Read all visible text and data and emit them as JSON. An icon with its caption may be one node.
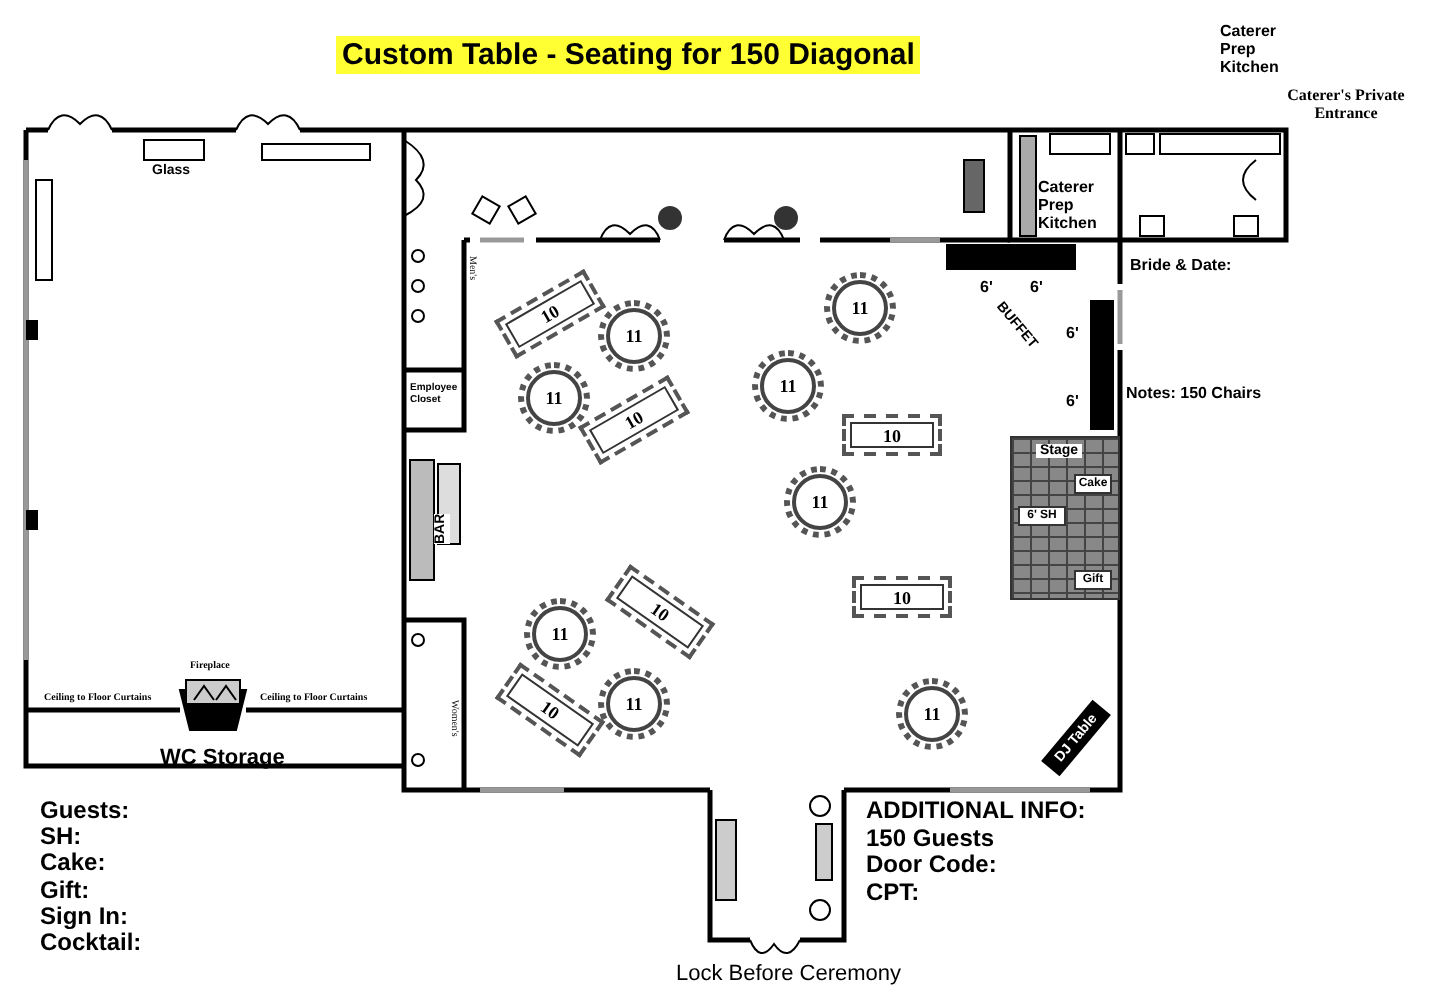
{
  "diagram": {
    "title": "Custom Table - Seating for 150 Diagonal",
    "nodes": [
      {
        "text": [
          "10"
        ]
      },
      {
        "text": [
          "11"
        ]
      },
      {
        "text": [
          "11"
        ]
      },
      {
        "text": [],
        "shape": "bar",
        "beside": [
          "6'",
          "6'"
        ]
      },
      {
        "text": [],
        "shape": "bar",
        "beside": [
          "6'",
          "6'"
        ]
      },
      {
        "text": [
          "11"
        ]
      },
      {
        "text": [
          "11"
        ]
      },
      {
        "text": [
          "10"
        ]
      },
      {
        "text": [
          "10"
        ]
      },
      {
        "text": [
          "Stage"
        ]
      },
      {
        "text": [
          "6' SH"
        ],
        "in": 9
      },
      {
        "text": [
          "Cake"
        ],
        "in": 9
      },
      {
        "text": [
          "Gift"
        ],
        "in": 9
      },
      {
        "text": [
          "11"
        ]
      },
      {
        "text": [
          "10"
        ]
      },
      {
        "text": [
          "10"
        ]
      },
      {
        "text": [
          "11"
        ]
      },
      {
        "text": [
          "11"
        ]
      },
      {
        "text": [
          "11"
        ]
      },
      {
        "text": [
          "10"
        ]
      },
      {
        "text": [
          "DJ Table"
        ]
      }
    ],
    "labels": [
      "Caterer Prep Kitchen",
      "Caterer's Private Entrance",
      "Glass",
      "Men's",
      "Employee Closet",
      "Caterer Prep Kitchen",
      "BUFFET",
      "Bride & Date:",
      "Notes: 150 Chairs",
      "BAR",
      "Fireplace",
      "Ceiling to Floor Curtains",
      "Ceiling to Floor Curtains",
      "WC Storage",
      "Women's",
      "Guests:",
      "SH:",
      "Cake:",
      "Gift:",
      "Sign In:",
      "Cocktail:",
      "ADDITIONAL INFO:",
      "150 Guests",
      "Door Code:",
      "CPT:",
      "Lock Before Ceremony"
    ]
  }
}
